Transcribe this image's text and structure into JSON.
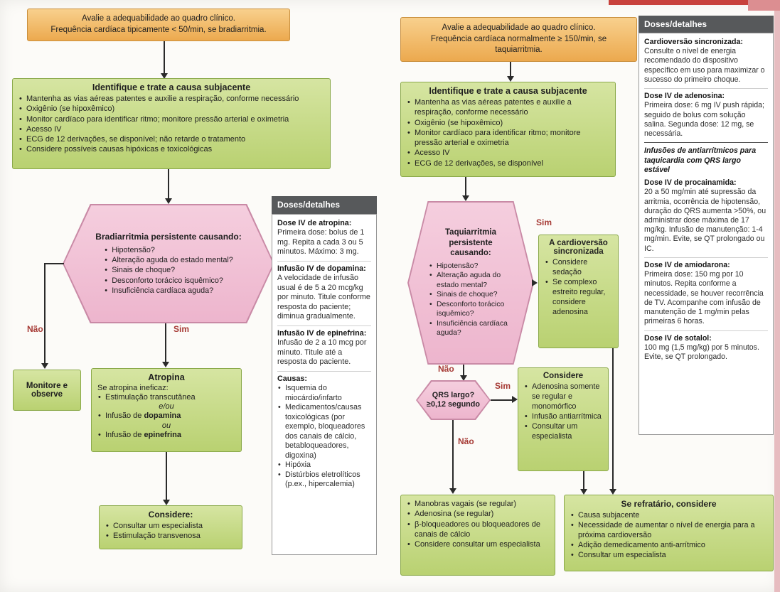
{
  "colors": {
    "orange_fill": "#eca94e",
    "green_fill": "#b9d171",
    "pink_fill": "#edb5cd",
    "header_bg": "#57595b",
    "branch_label": "#a63a35",
    "edge_red": "#c8423c"
  },
  "left": {
    "assess": "Avalie a adequabilidade ao quadro clínico.\nFrequência cardíaca tipicamente < 50/min, se bradiarritmia.",
    "identify": {
      "title": "Identifique e trate a causa subjacente",
      "items": [
        "Mantenha as vias aéreas patentes e auxilie a respiração, conforme necessário",
        "Oxigênio (se hipoxêmico)",
        "Monitor cardíaco para identificar ritmo; monitore pressão arterial e oximetria",
        "Acesso IV",
        "ECG de 12 derivações, se disponível; não retarde o tratamento",
        "Considere possíveis causas hipóxicas e toxicológicas"
      ]
    },
    "decision": {
      "title": "Bradiarritmia persistente causando:",
      "items": [
        "Hipotensão?",
        "Alteração aguda do estado mental?",
        "Sinais de choque?",
        "Desconforto torácico isquêmico?",
        "Insuficiência cardíaca aguda?"
      ]
    },
    "no_label": "Não",
    "yes_label": "Sim",
    "monitor": "Monitore e observe",
    "atropine": {
      "title": "Atropina",
      "subtitle": "Se atropina ineficaz:",
      "item1": "Estimulação transcutânea",
      "conn1": "e/ou",
      "item2_pre": "Infusão de ",
      "item2_bold": "dopamina",
      "conn2": "ou",
      "item3_pre": "Infusão de ",
      "item3_bold": "epinefrina"
    },
    "consider": {
      "title": "Considere:",
      "items": [
        "Consultar um especialista",
        "Estimulação transvenosa"
      ]
    },
    "doses": {
      "header": "Doses/detalhes",
      "sections": [
        {
          "heading": "Dose IV de atropina:",
          "body": "Primeira dose: bolus de 1 mg. Repita a cada 3 ou 5 minutos. Máximo: 3 mg."
        },
        {
          "heading": "Infusão IV de dopamina:",
          "body": "A velocidade de infusão usual é de 5 a 20 mcg/kg por minuto. Titule conforme resposta do paciente; diminua gradualmente."
        },
        {
          "heading": "Infusão IV de epinefrina:",
          "body": "Infusão de 2 a 10 mcg por minuto. Titule até a resposta do paciente."
        }
      ],
      "causes": {
        "heading": "Causas:",
        "items": [
          "Isquemia do miocárdio/infarto",
          "Medicamentos/causas toxicológicas (por exemplo, bloqueadores dos canais de cálcio, betabloqueadores, digoxina)",
          "Hipóxia",
          "Distúrbios eletrolíticos (p.ex., hipercalemia)"
        ]
      }
    }
  },
  "right": {
    "assess": "Avalie a adequabilidade ao quadro clínico.\nFrequência cardíaca normalmente ≥ 150/min, se\ntaquiarritmia.",
    "identify": {
      "title": "Identifique e trate a causa subjacente",
      "items": [
        "Mantenha as vias aéreas patentes e auxilie a respiração, conforme necessário",
        "Oxigênio (se hipoxêmico)",
        "Monitor cardíaco para identificar ritmo; monitore pressão arterial e oximetria",
        "Acesso IV",
        "ECG de 12 derivações, se disponível"
      ]
    },
    "decision": {
      "title": "Taquiarritmia persistente causando:",
      "items": [
        "Hipotensão?",
        "Alteração aguda do estado mental?",
        "Sinais de choque?",
        "Desconforto torácico isquêmico?",
        "Insuficiência cardíaca aguda?"
      ]
    },
    "yes_label": "Sim",
    "no_label": "Não",
    "cardioversion": {
      "title": "A cardioversão sincronizada",
      "items": [
        "Considere sedação",
        "Se complexo estreito regular, considere adenosina"
      ]
    },
    "qrs": {
      "line1": "QRS largo?",
      "line2": "≥0,12 segundo"
    },
    "consider": {
      "title": "Considere",
      "items": [
        "Adenosina somente se regular e monomórfico",
        "Infusão antiarrítmica",
        "Consultar um especialista"
      ]
    },
    "vagal": {
      "items": [
        "Manobras vagais (se regular)",
        "Adenosina (se regular)",
        "β-bloqueadores ou bloqueadores de canais de cálcio",
        "Considere consultar um especialista"
      ]
    },
    "refractory": {
      "title": "Se refratário, considere",
      "items": [
        "Causa subjacente",
        "Necessidade de aumentar o nível de energia para a próxima cardioversão",
        "Adição demedicamento anti-arrítmico",
        "Consultar um especialista"
      ]
    },
    "doses": {
      "header": "Doses/detalhes",
      "sections_top": [
        {
          "heading": "Cardioversão sincronizada:",
          "body": "Consulte o nível de energia recomendado do dispositivo específico em uso para maximizar o sucesso do primeiro choque."
        },
        {
          "heading": "Dose IV de adenosina:",
          "body": "Primeira dose: 6 mg IV push rápida; seguido de bolus com solução salina. Segunda dose: 12 mg, se necessária."
        }
      ],
      "infusion_heading": "Infusões de antiarrítmicos para taquicardia com QRS largo estável",
      "sections_bottom": [
        {
          "heading": "Dose IV de procainamida:",
          "body": "20 a 50 mg/min até supressão da arritmia, ocorrência de hipotensão, duração do QRS aumenta >50%, ou administrar dose máxima de 17 mg/kg. Infusão de manutenção: 1-4 mg/min. Evite, se QT prolongado ou IC."
        },
        {
          "heading": "Dose IV de amiodarona:",
          "body": "Primeira dose: 150 mg por 10 minutos. Repita conforme a necessidade, se houver recorrência de TV. Acompanhe com infusão de manutenção de 1 mg/min pelas primeiras 6 horas."
        },
        {
          "heading": "Dose IV de sotalol:",
          "body": "100 mg (1,5 mg/kg) por 5 minutos. Evite, se QT prolongado."
        }
      ]
    }
  }
}
